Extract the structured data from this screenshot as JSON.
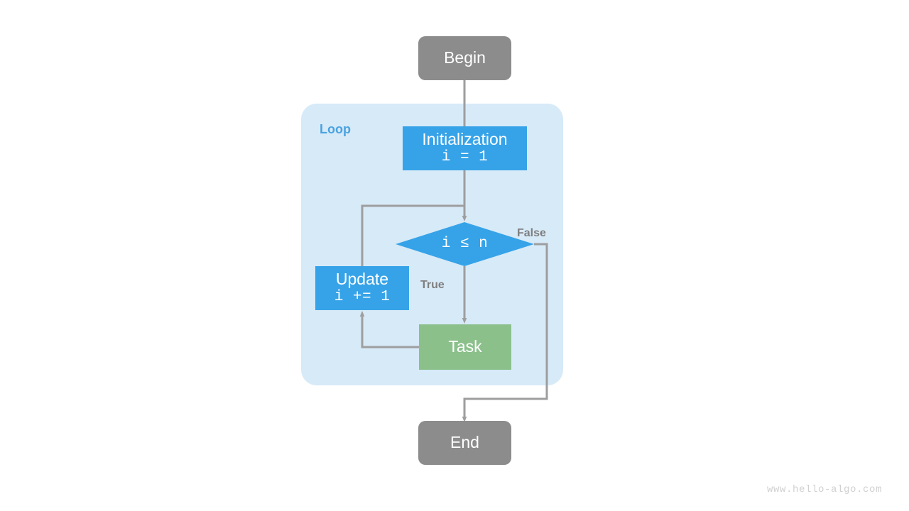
{
  "diagram": {
    "title_watermark": "www.hello-algo.com",
    "group": {
      "label": "Loop",
      "color": "#d7eaf8",
      "label_color": "#4aa3e0"
    },
    "colors": {
      "terminal": "#8c8c8c",
      "process": "#36a3e8",
      "decision": "#36a3e8",
      "task": "#8bc08b",
      "edge": "#9e9e9e",
      "text_on_node": "#ffffff",
      "edge_label": "#7f7f7f",
      "background": "#ffffff"
    },
    "nodes": [
      {
        "id": "begin",
        "shape": "stadium",
        "title": "Begin",
        "code": "",
        "fill": "#8c8c8c"
      },
      {
        "id": "init",
        "shape": "rectangle",
        "title": "Initialization",
        "code": "i = 1",
        "fill": "#36a3e8"
      },
      {
        "id": "cond",
        "shape": "diamond",
        "title": "",
        "code": "i ≤ n",
        "fill": "#36a3e8"
      },
      {
        "id": "update",
        "shape": "rectangle",
        "title": "Update",
        "code": "i += 1",
        "fill": "#36a3e8"
      },
      {
        "id": "task",
        "shape": "rectangle",
        "title": "Task",
        "code": "",
        "fill": "#8bc08b"
      },
      {
        "id": "end",
        "shape": "stadium",
        "title": "End",
        "code": "",
        "fill": "#8c8c8c"
      }
    ],
    "edges": [
      {
        "from": "begin",
        "to": "init",
        "label": ""
      },
      {
        "from": "init",
        "to": "cond",
        "label": ""
      },
      {
        "from": "cond",
        "to": "task",
        "label": "True"
      },
      {
        "from": "cond",
        "to": "end",
        "label": "False"
      },
      {
        "from": "task",
        "to": "update",
        "label": ""
      },
      {
        "from": "update",
        "to": "cond",
        "label": ""
      }
    ],
    "edge_labels": {
      "true": "True",
      "false": "False"
    }
  }
}
